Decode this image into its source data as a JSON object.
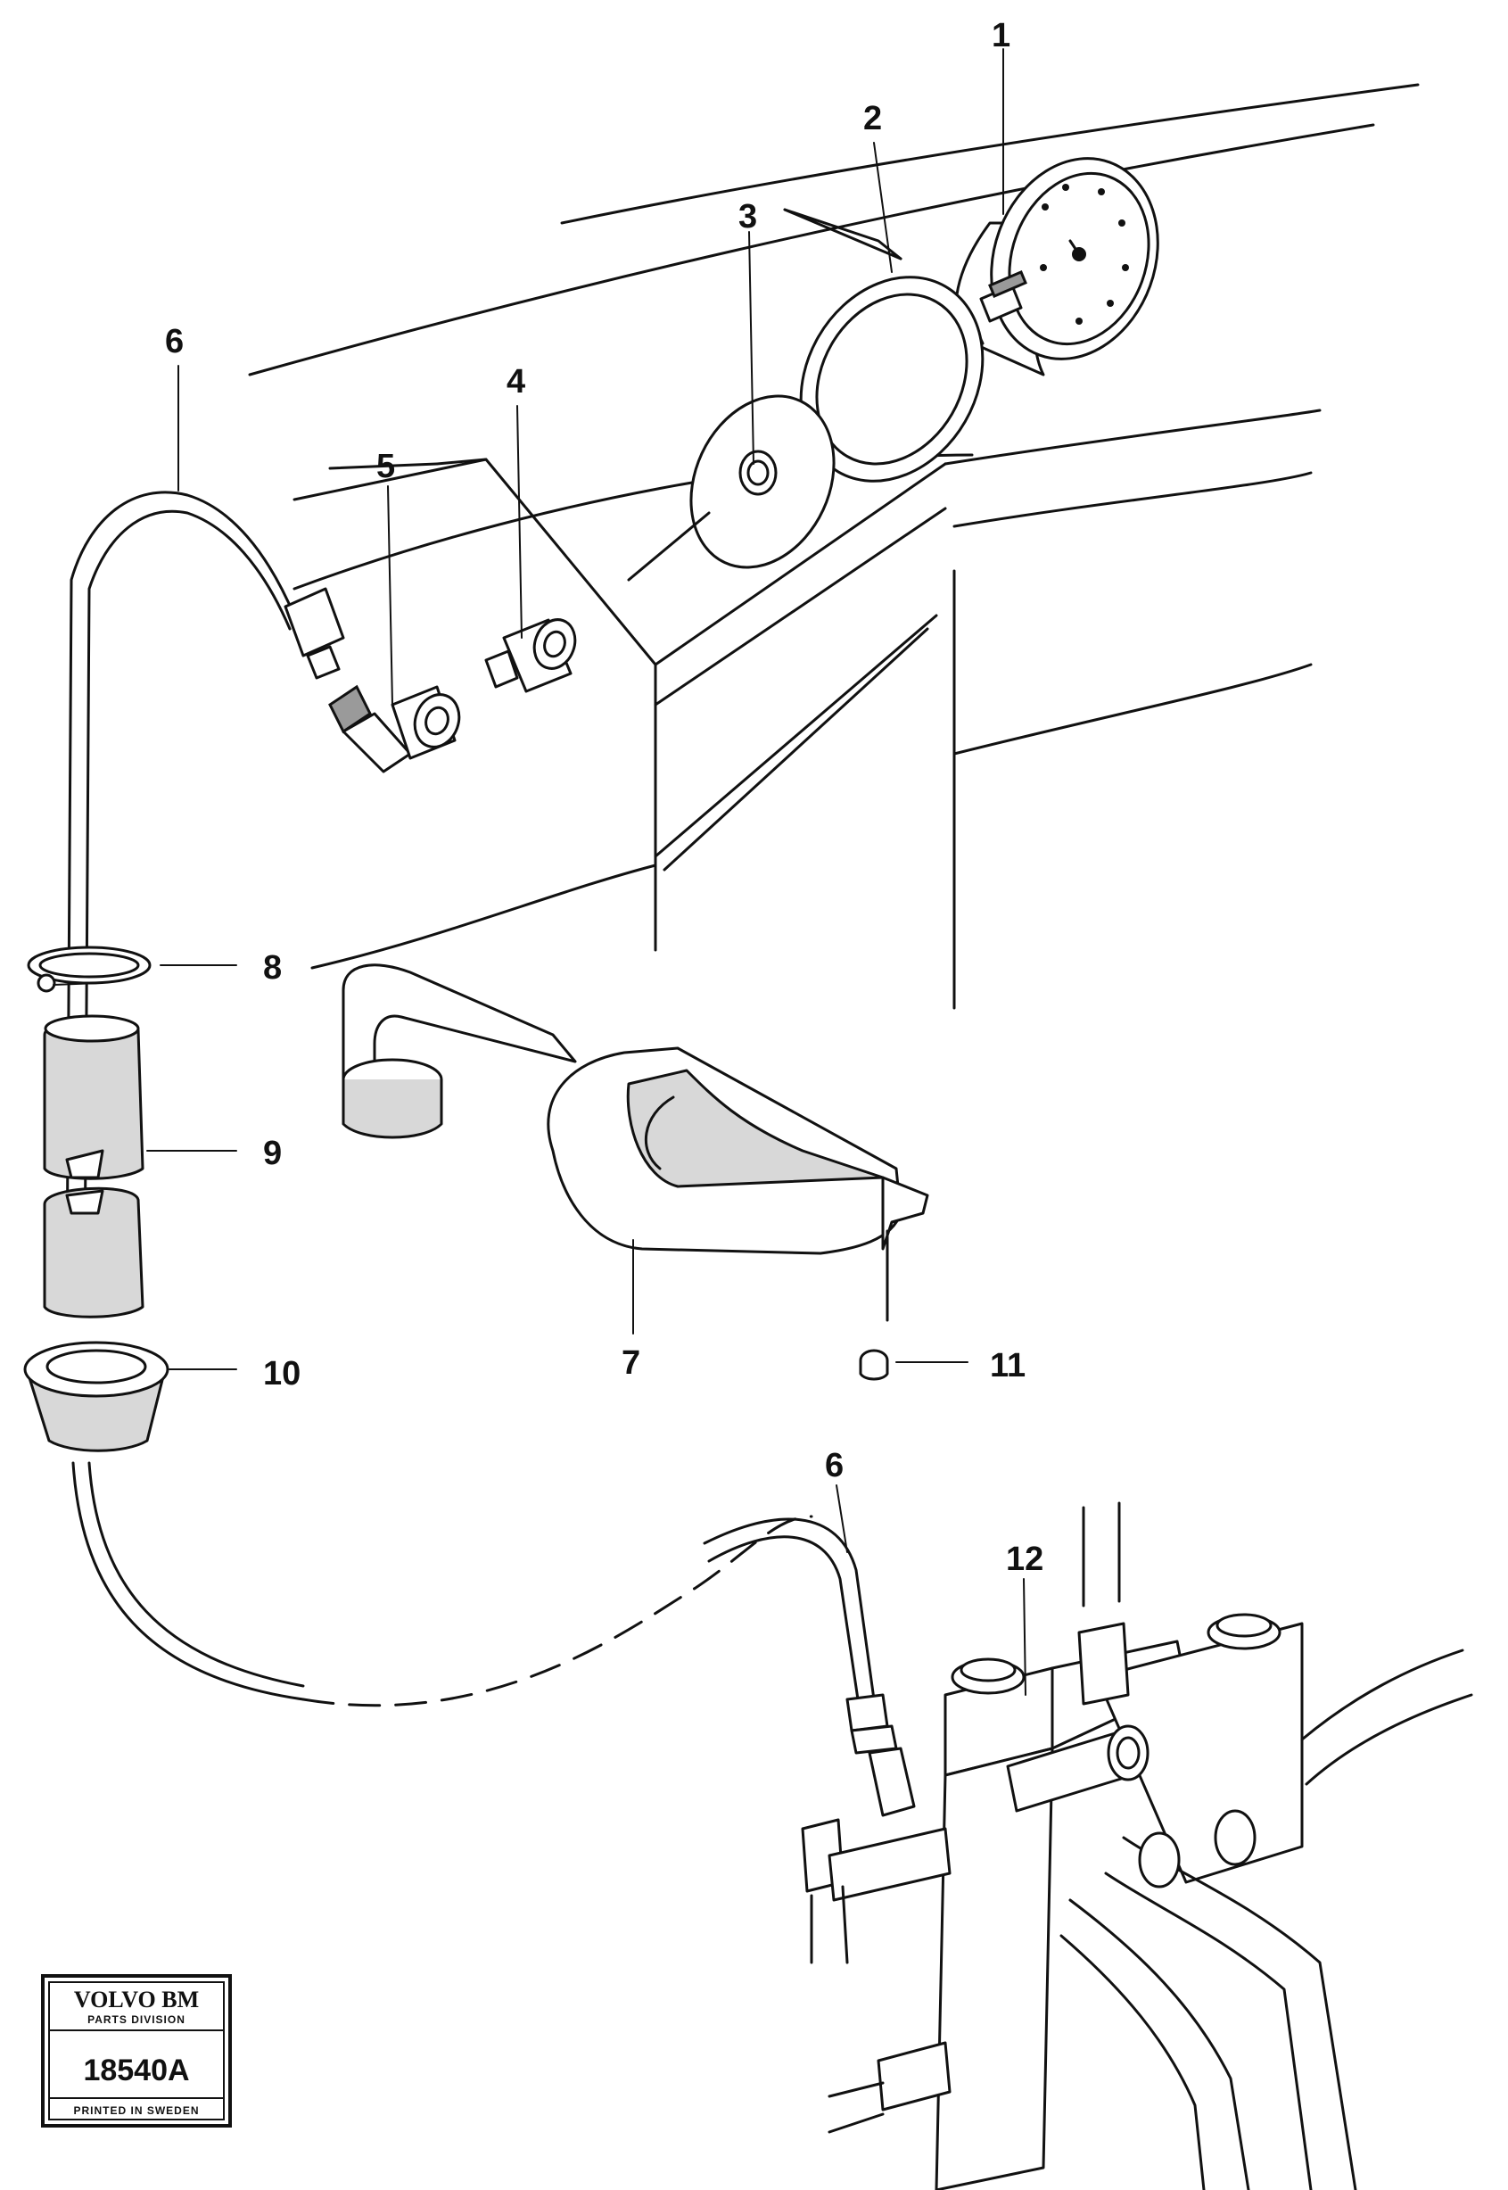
{
  "callouts": [
    {
      "id": "1",
      "label": "1"
    },
    {
      "id": "2",
      "label": "2"
    },
    {
      "id": "3",
      "label": "3"
    },
    {
      "id": "4",
      "label": "4"
    },
    {
      "id": "5",
      "label": "5"
    },
    {
      "id": "6a",
      "label": "6"
    },
    {
      "id": "6b",
      "label": "6"
    },
    {
      "id": "7",
      "label": "7"
    },
    {
      "id": "8",
      "label": "8"
    },
    {
      "id": "9",
      "label": "9"
    },
    {
      "id": "10",
      "label": "10"
    },
    {
      "id": "11",
      "label": "11"
    },
    {
      "id": "12",
      "label": "12"
    }
  ],
  "stamp": {
    "brand": "VOLVO BM",
    "division": "PARTS DIVISION",
    "code": "18540A",
    "printed": "PRINTED IN SWEDEN"
  }
}
